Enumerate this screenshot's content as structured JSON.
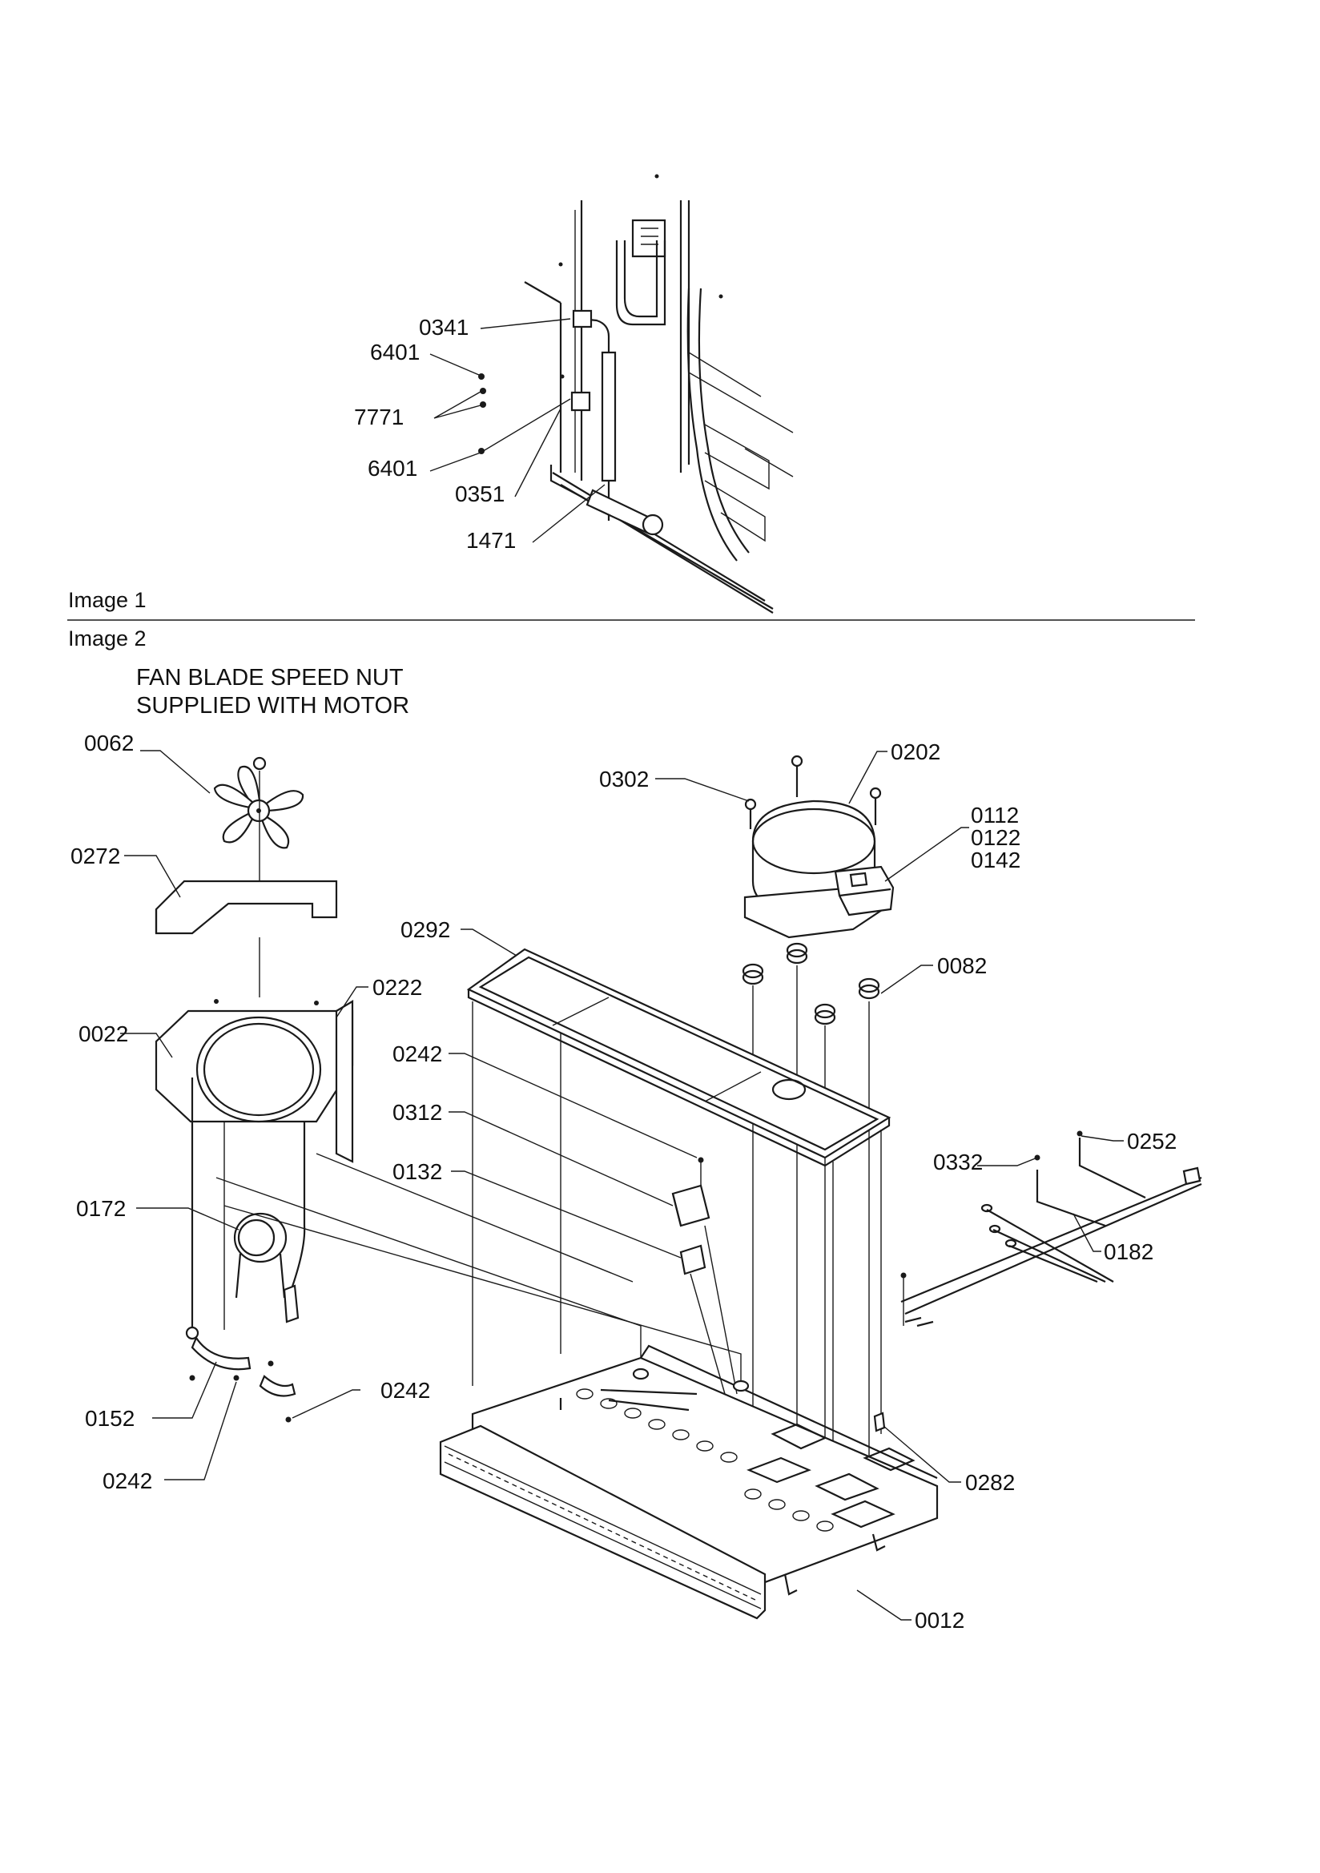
{
  "sections": {
    "image1_label": "Image 1",
    "image2_label": "Image 2"
  },
  "note": {
    "line1": "FAN BLADE SPEED NUT",
    "line2": "SUPPLIED WITH MOTOR"
  },
  "image1_callouts": {
    "c0341": "0341",
    "c6401a": "6401",
    "c7771": "7771",
    "c6401b": "6401",
    "c0351": "0351",
    "c1471": "1471"
  },
  "image2_callouts": {
    "c0062": "0062",
    "c0272": "0272",
    "c0022": "0022",
    "c0222": "0222",
    "c0172": "0172",
    "c0152": "0152",
    "c0242_left": "0242",
    "c0242_lower": "0242",
    "c0292": "0292",
    "c0242_mid": "0242",
    "c0312": "0312",
    "c0132": "0132",
    "c0302": "0302",
    "c0202": "0202",
    "c0112": "0112",
    "c0122": "0122",
    "c0142": "0142",
    "c0082": "0082",
    "c0332": "0332",
    "c0252": "0252",
    "c0182": "0182",
    "c0282": "0282",
    "c0012": "0012"
  }
}
